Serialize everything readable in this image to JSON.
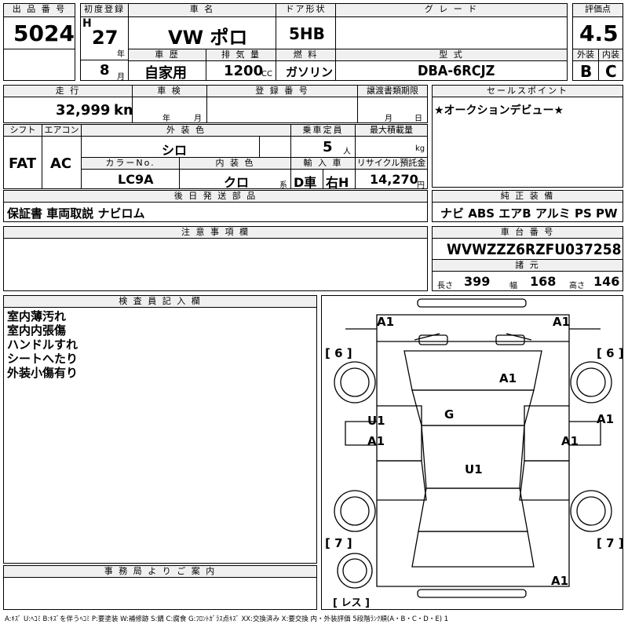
{
  "headers": {
    "lot_no": "出 品 番 号",
    "first_reg": "初度登録",
    "car_name": "車 名",
    "door": "ドア形状",
    "grade": "グ レ ー ド",
    "score": "評価点",
    "history": "車 歴",
    "displacement": "排 気 量",
    "fuel": "燃 料",
    "model": "型 式",
    "exterior": "外装",
    "interior": "内装",
    "mileage": "走 行",
    "inspection": "車 検",
    "reg_no": "登 録 番 号",
    "transfer_deadline": "譲渡書類期限",
    "sales_point": "セールスポイント",
    "shift": "シフト",
    "aircon": "エアコン",
    "ext_color": "外 装 色",
    "capacity": "乗車定員",
    "max_load": "最大積載量",
    "color_no": "カラーNo.",
    "int_color": "内 装 色",
    "import": "輸 入 車",
    "recycle": "リサイクル預託金",
    "later_parts": "後 日 発 送 部 品",
    "genuine_equipment": "純 正 装 備",
    "notes": "注 意 事 項 欄",
    "chassis_no": "車 台 番 号",
    "dimensions": "諸 元",
    "inspector": "検 査 員 記 入 欄",
    "office_info": "事 務 局 よ り ご 案 内"
  },
  "lot": {
    "number": "5024"
  },
  "first_registration": {
    "era": "H",
    "year": "27",
    "year_unit": "年",
    "month": "8",
    "month_unit": "月"
  },
  "car": {
    "name": "VW ポロ",
    "door": "5HB",
    "grade": ""
  },
  "score": {
    "overall": "4.5",
    "exterior": "B",
    "interior": "C"
  },
  "history": {
    "value": "自家用"
  },
  "displacement": {
    "value": "1200",
    "unit": "CC"
  },
  "fuel": {
    "value": "ガソリン"
  },
  "model": {
    "value": "DBA-6RCJZ"
  },
  "mileage": {
    "value": "32,999",
    "unit": "km"
  },
  "inspection": {
    "year_unit": "年",
    "month_unit": "月"
  },
  "transfer_deadline": {
    "month_unit": "月",
    "day_unit": "日"
  },
  "sales_point": {
    "text": "★オークションデビュー★"
  },
  "shift": {
    "value": "FAT"
  },
  "aircon": {
    "value": "AC"
  },
  "ext_color": {
    "value": "シロ"
  },
  "capacity": {
    "value": "5",
    "unit": "人"
  },
  "max_load": {
    "unit": "kg"
  },
  "color_no": {
    "value": "LC9A"
  },
  "int_color": {
    "value": "クロ",
    "suffix": "系"
  },
  "import": {
    "type": "D車",
    "steering": "右H"
  },
  "recycle": {
    "value": "14,270",
    "unit": "円"
  },
  "later_parts": {
    "value": "保証書 車両取説 ナビロム"
  },
  "genuine_equipment": {
    "value": "ナビ ABS エアB アルミ PS PW"
  },
  "chassis": {
    "number": "WVWZZZ6RZFU037258"
  },
  "dimensions": {
    "length_label": "長さ",
    "length": "399",
    "width_label": "幅",
    "width": "168",
    "height_label": "高さ",
    "height": "146"
  },
  "inspector_notes": [
    "室内薄汚れ",
    "室内内張傷",
    "ハンドルすれ",
    "シートへたり",
    "外装小傷有り"
  ],
  "diagram_marks": {
    "front_left": "A1",
    "front_right": "A1",
    "tire_fl": "6",
    "tire_fr": "6",
    "tire_rl": "7",
    "tire_rr": "7",
    "hood": "A1",
    "windshield": "G",
    "left_side_1": "U1",
    "left_side_2": "A1",
    "right_side_1": "A1",
    "right_side_2": "A1",
    "roof": "U1",
    "rear": "A1",
    "spare": "レス"
  },
  "legend": "A:ｷｽﾞ U:ﾍｺﾐ B:ｷｽﾞを伴うﾍｺﾐ P:要塗装 W:補修跡 S:錆 C:腐食 G:ﾌﾛﾝﾄｶﾞﾗｽ点ｷｽﾞ XX:交換済み X:要交換 内・外装評価 5段階ﾗﾝｸ順(A・B・C・D・E) 1"
}
